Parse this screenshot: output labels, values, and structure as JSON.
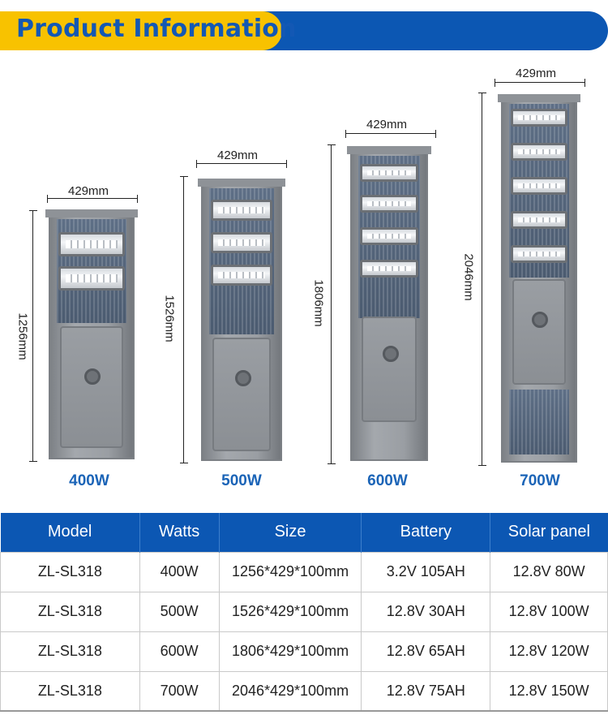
{
  "header": {
    "title": "Product Information"
  },
  "products": [
    {
      "watts": "400W",
      "width": "429mm",
      "height": "1256mm"
    },
    {
      "watts": "500W",
      "width": "429mm",
      "height": "1526mm"
    },
    {
      "watts": "600W",
      "width": "429mm",
      "height": "1806mm"
    },
    {
      "watts": "700W",
      "width": "429mm",
      "height": "2046mm"
    }
  ],
  "table": {
    "headers": [
      "Model",
      "Watts",
      "Size",
      "Battery",
      "Solar panel"
    ],
    "rows": [
      [
        "ZL-SL318",
        "400W",
        "1256*429*100mm",
        "3.2V 105AH",
        "12.8V 80W"
      ],
      [
        "ZL-SL318",
        "500W",
        "1526*429*100mm",
        "12.8V 30AH",
        "12.8V 100W"
      ],
      [
        "ZL-SL318",
        "600W",
        "1806*429*100mm",
        "12.8V 65AH",
        "12.8V 120W"
      ],
      [
        "ZL-SL318",
        "700W",
        "2046*429*100mm",
        "12.8V 75AH",
        "12.8V 150W"
      ]
    ]
  },
  "colors": {
    "brand_blue": "#0c57b3",
    "accent_yellow": "#f8c200",
    "watt_blue": "#1b64b7"
  }
}
